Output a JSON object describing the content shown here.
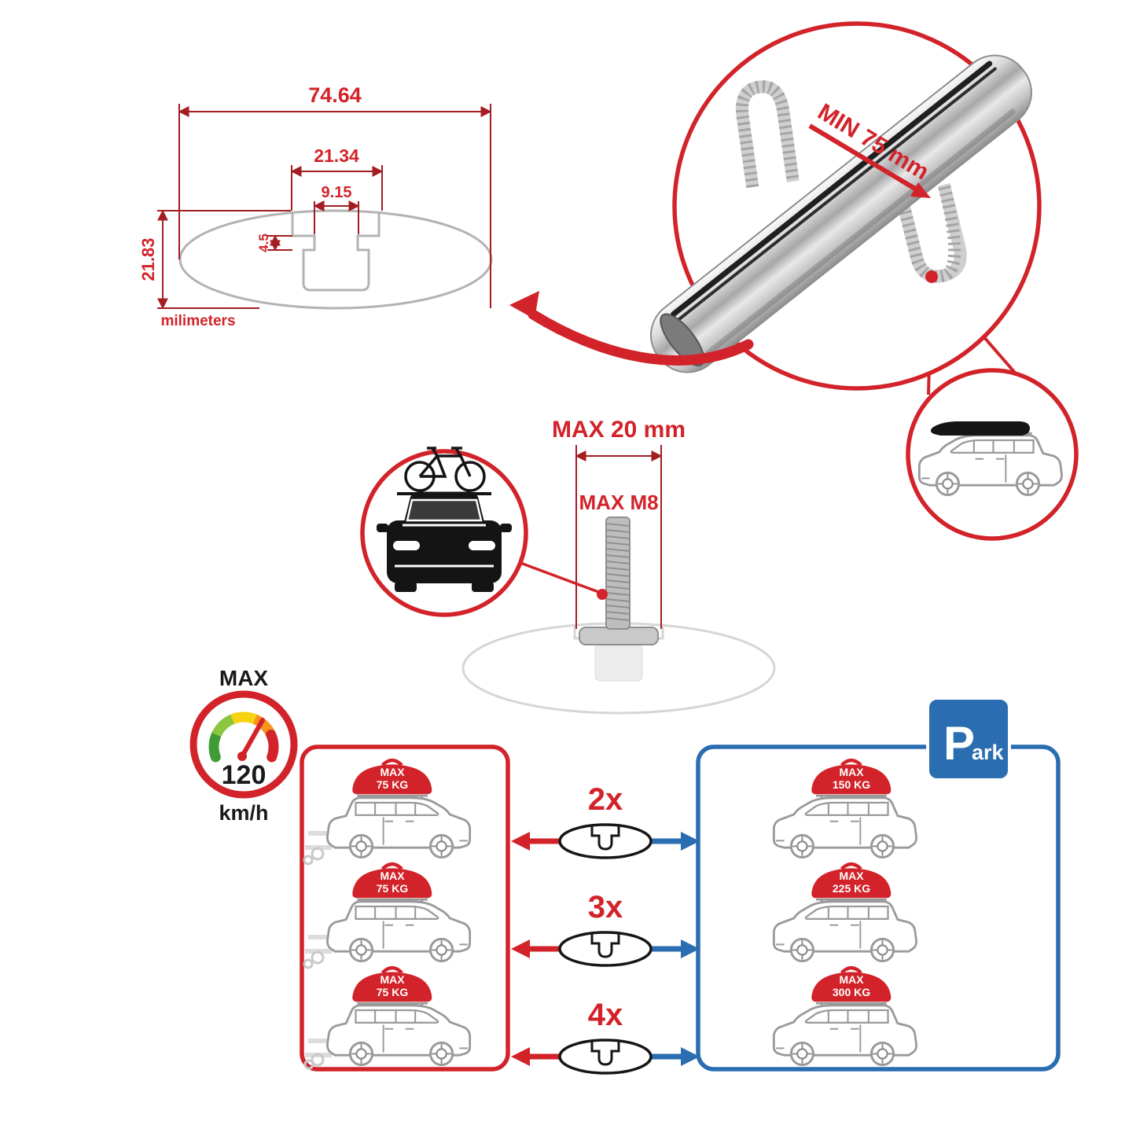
{
  "dimensions": {
    "total_width": "74.64",
    "channel_outer": "21.34",
    "channel_inner": "9.15",
    "lip_depth": "4.5",
    "height": "21.83",
    "units_label": "milimeters"
  },
  "bar_detail": {
    "min_clamp": "MIN 75 mm"
  },
  "bolt_detail": {
    "max_width": "MAX 20 mm",
    "max_thread": "MAX M8"
  },
  "speedometer": {
    "max_label": "MAX",
    "value": "120",
    "units": "km/h"
  },
  "quantities": [
    {
      "label": "2x"
    },
    {
      "label": "3x"
    },
    {
      "label": "4x"
    }
  ],
  "left_panel": {
    "loads": [
      {
        "max": "MAX",
        "kg": "75 KG"
      },
      {
        "max": "MAX",
        "kg": "75 KG"
      },
      {
        "max": "MAX",
        "kg": "75 KG"
      }
    ]
  },
  "right_panel": {
    "loads": [
      {
        "max": "MAX",
        "kg": "150 KG"
      },
      {
        "max": "MAX",
        "kg": "225 KG"
      },
      {
        "max": "MAX",
        "kg": "300 KG"
      }
    ],
    "park_p": "P",
    "park_ark": "ark"
  },
  "colors": {
    "red": "#d2232a",
    "blue": "#2a6db0",
    "dim_line": "#a31d22",
    "gray": "#9a9a9a"
  }
}
